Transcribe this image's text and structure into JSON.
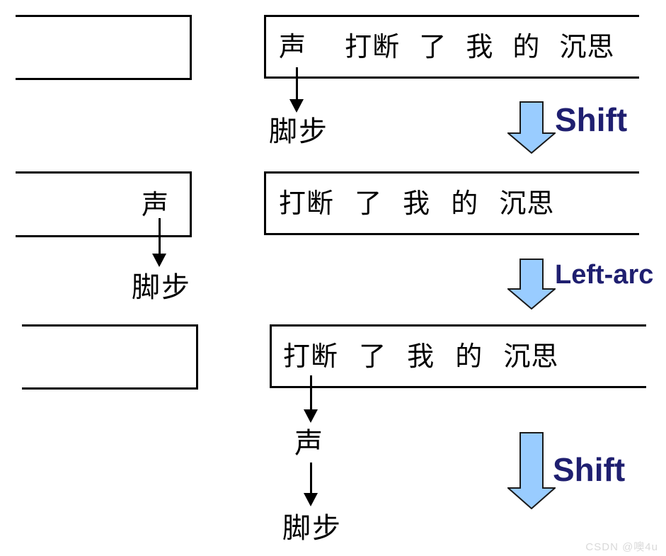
{
  "steps": [
    {
      "stack_tokens": "",
      "buffer_tokens": "声  打断 了 我 的 沉思",
      "dependency_words": [
        "脚步"
      ],
      "action_label": "Shift"
    },
    {
      "stack_tokens": "声",
      "buffer_tokens": "打断 了 我 的 沉思",
      "dependency_words": [
        "脚步"
      ],
      "action_label": "Left-arc"
    },
    {
      "stack_tokens": "",
      "buffer_tokens": "打断 了 我 的 沉思",
      "dependency_words": [
        "声",
        "脚步"
      ],
      "action_label": "Shift"
    }
  ],
  "colors": {
    "box_border": "#000000",
    "dep_arrow": "#000000",
    "transition_arrow_fill": "#99CCFF",
    "transition_arrow_border": "#1a1a1a",
    "action_label_color": "#1F1F70",
    "watermark_color": "#D9D9D9"
  },
  "watermark": "CSDN @噢4u"
}
